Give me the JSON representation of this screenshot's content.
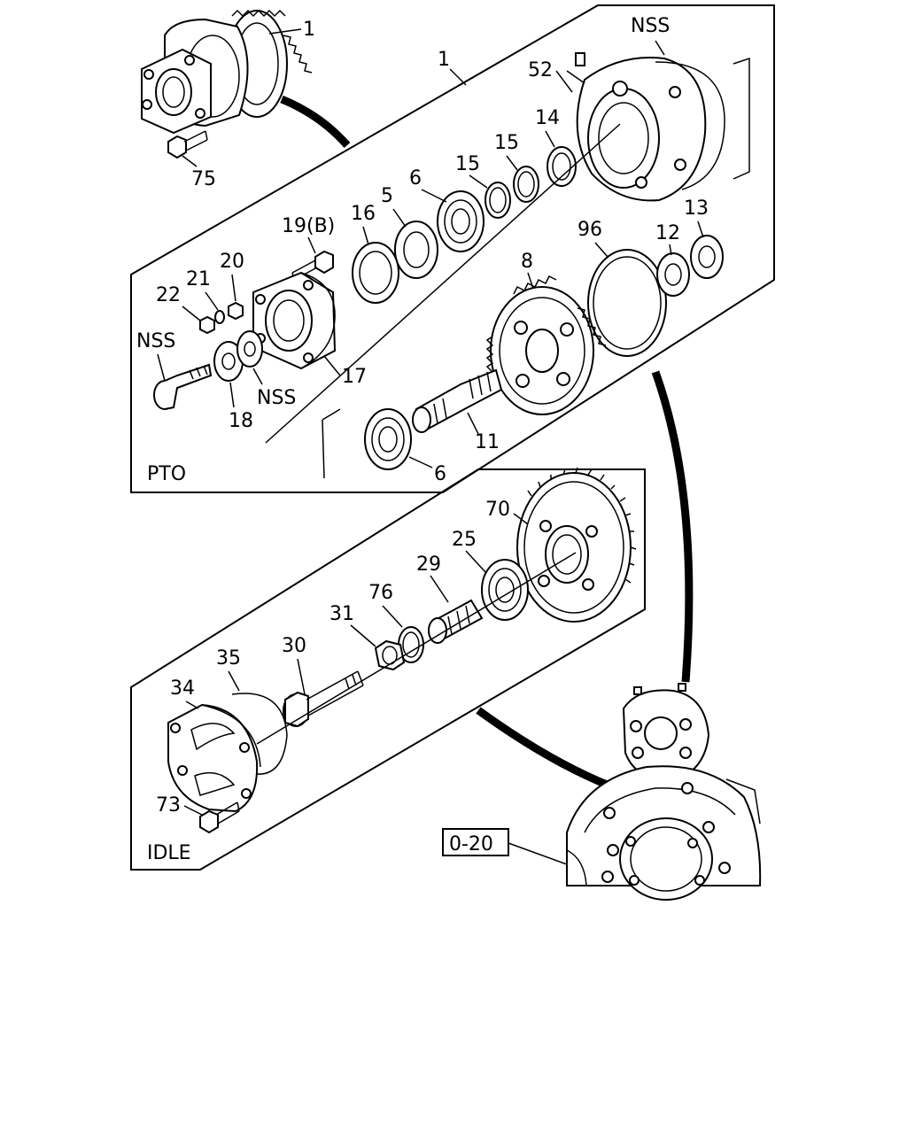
{
  "panels": {
    "pto": {
      "label": "PTO"
    },
    "idle": {
      "label": "IDLE"
    }
  },
  "reference": {
    "label": "0-20"
  },
  "callouts": {
    "c1_top": "1",
    "c1_panel": "1",
    "c75": "75",
    "nss_top": "NSS",
    "c52": "52",
    "c14": "14",
    "c15a": "15",
    "c15b": "15",
    "c6a": "6",
    "c5": "5",
    "c16": "16",
    "c19b": "19(B)",
    "c20": "20",
    "c21": "21",
    "c22": "22",
    "nss_left": "NSS",
    "nss_mid": "NSS",
    "c17": "17",
    "c18": "18",
    "c96": "96",
    "c12": "12",
    "c13": "13",
    "c8": "8",
    "c11": "11",
    "c6b": "6",
    "c70": "70",
    "c25": "25",
    "c29": "29",
    "c76": "76",
    "c31": "31",
    "c30": "30",
    "c35": "35",
    "c34": "34",
    "c73": "73"
  }
}
